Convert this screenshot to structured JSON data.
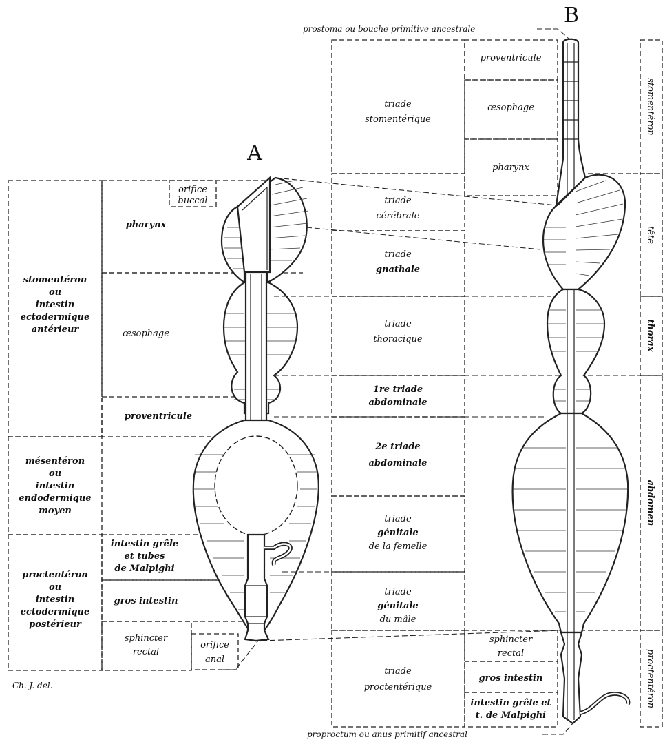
{
  "A": {
    "letter": "A",
    "regions": {
      "stomenteron": [
        "stomentéron",
        "ou",
        "intestin",
        "ectodermique",
        "antérieur"
      ],
      "mesenteron": [
        "mésentéron",
        "ou",
        "intestin",
        "endodermique",
        "moyen"
      ],
      "proctenteron": [
        "proctentéron",
        "ou",
        "intestin",
        "ectodermique",
        "postérieur"
      ]
    },
    "parts": {
      "pharynx": "pharynx",
      "oesophage": "œsophage",
      "proventricule": "proventricule",
      "intestin_grele": [
        "intestin grêle",
        "et tubes",
        "de Malpighi"
      ],
      "gros_intestin": "gros intestin",
      "sphincter": [
        "sphincter",
        "rectal"
      ]
    },
    "orifice_buccal": [
      "orifice",
      "buccal"
    ],
    "orifice_anal": [
      "orifice",
      "anal"
    ]
  },
  "signature": "Ch. J. del.",
  "triades": {
    "stomenterique": [
      "triade",
      "stomentérique"
    ],
    "cerebrale": [
      "triade",
      "cérébrale"
    ],
    "gnathale": [
      "triade",
      "gnathale"
    ],
    "thoracique": [
      "triade",
      "thoracique"
    ],
    "abdominale1": [
      "1re triade",
      "abdominale"
    ],
    "abdominale2": [
      "2e triade",
      "abdominale"
    ],
    "genitale_femelle": [
      "triade",
      "génitale",
      "de la femelle"
    ],
    "genitale_male": [
      "triade",
      "génitale",
      "du mâle"
    ],
    "proctenterique": [
      "triade",
      "proctentérique"
    ]
  },
  "B": {
    "letter": "B",
    "prostoma": "prostoma ou bouche primitive ancestrale",
    "proproctum": "proproctum ou anus primitif ancestral",
    "parts": {
      "proventricule": "proventricule",
      "oesophage": "œsophage",
      "pharynx": "pharynx",
      "sphincter": [
        "sphincter",
        "rectal"
      ],
      "gros_intestin": "gros intestin",
      "intestin_grele": [
        "intestin grêle et",
        "t. de Malpighi"
      ]
    },
    "regions": {
      "stomenteron": "stomentéron",
      "tete": "tête",
      "thorax": "thorax",
      "abdomen": "abdomen",
      "proctenteron": "proctentéron"
    }
  }
}
